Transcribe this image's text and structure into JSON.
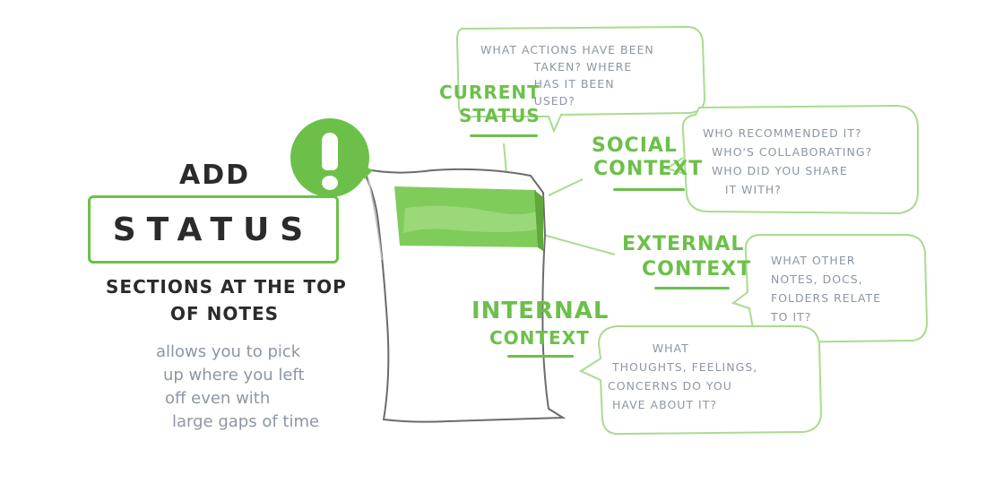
{
  "left": {
    "add_label": "add",
    "status_word": "STATUS",
    "sections_line1": "sections at the top",
    "sections_line2": "of notes",
    "note_lines": [
      "allows you to pick",
      "up where you left",
      "off even with",
      "large gaps of time"
    ]
  },
  "labels": {
    "current_status": [
      "current",
      "status"
    ],
    "social_context": [
      "social",
      "context"
    ],
    "external_context": [
      "external",
      "context"
    ],
    "internal_context": [
      "internal",
      "context"
    ]
  },
  "bubbles": {
    "current_status": "WHAT ACTIONS HAVE BEEN\n            TAKEN? WHERE\n            HAS IT BEEN\n            USED?",
    "social_context": "WHO RECOMMENDED IT?\n  WHO'S COLLABORATING?\n  WHO DID YOU SHARE\n     IT WITH?",
    "external_context": "WHAT OTHER\nNOTES, DOCS,\nFOLDERS RELATE\nTO IT?",
    "internal_context": "          WHAT\n THOUGHTS, FEELINGS,\nCONCERNS DO YOU\n HAVE ABOUT IT?"
  },
  "alert_icon": {
    "name": "exclamation-icon",
    "color": "#6cc04a"
  },
  "colors": {
    "accent": "#6cc04a",
    "text_dark": "#2b2b2b",
    "text_gray": "#8d96a3"
  }
}
